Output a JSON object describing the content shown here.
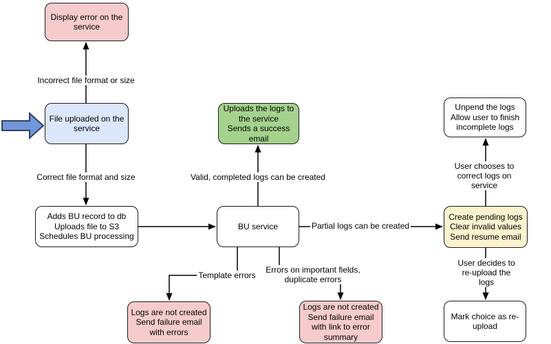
{
  "colors": {
    "pink_fill": "#f5cccb",
    "blue_fill": "#dbe8fc",
    "green_fill": "#a5d28c",
    "yellow_fill": "#fdf2cf",
    "white_fill": "#ffffff",
    "node_border": "#1a1a1a",
    "connector": "#000000",
    "entry_arrow_fill": "#7296db",
    "entry_arrow_border": "#32405a"
  },
  "nodes": {
    "display_error": {
      "text": "Display error on the\nservice"
    },
    "file_uploaded": {
      "text": "File uploaded on the\nservice"
    },
    "adds_bu_record": {
      "text": "Adds BU record to db\nUploads file to S3\nSchedules BU processing"
    },
    "bu_service": {
      "text": "BU service"
    },
    "uploads_logs": {
      "text": "Uploads the logs to\nthe service\nSends a success\nemail"
    },
    "create_pending_logs": {
      "text": "Create pending logs\nClear invalid values\nSend resume email"
    },
    "unpend_logs": {
      "text": "Unpend the logs\nAllow user to finish\nincomplete logs"
    },
    "mark_choice": {
      "text": "Mark choice as re-\nupload"
    },
    "logs_not_created_template": {
      "text": "Logs are not created\nSend failure email\nwith errors"
    },
    "logs_not_created_fields": {
      "text": "Logs are not created\nSend failure email\nwith link to error\nsummary"
    }
  },
  "edge_labels": {
    "incorrect_format": "Incorrect file format or size",
    "correct_format": "Correct file format and size",
    "valid_completed": "Valid, completed logs can be created",
    "partial_logs": "Partial logs can be created",
    "template_errors": "Template errors",
    "important_fields": "Errors on important fields,\nduplicate errors",
    "user_corrects": "User chooses to correct logs on service",
    "user_reuploads": "User decides to re-upload the logs"
  }
}
